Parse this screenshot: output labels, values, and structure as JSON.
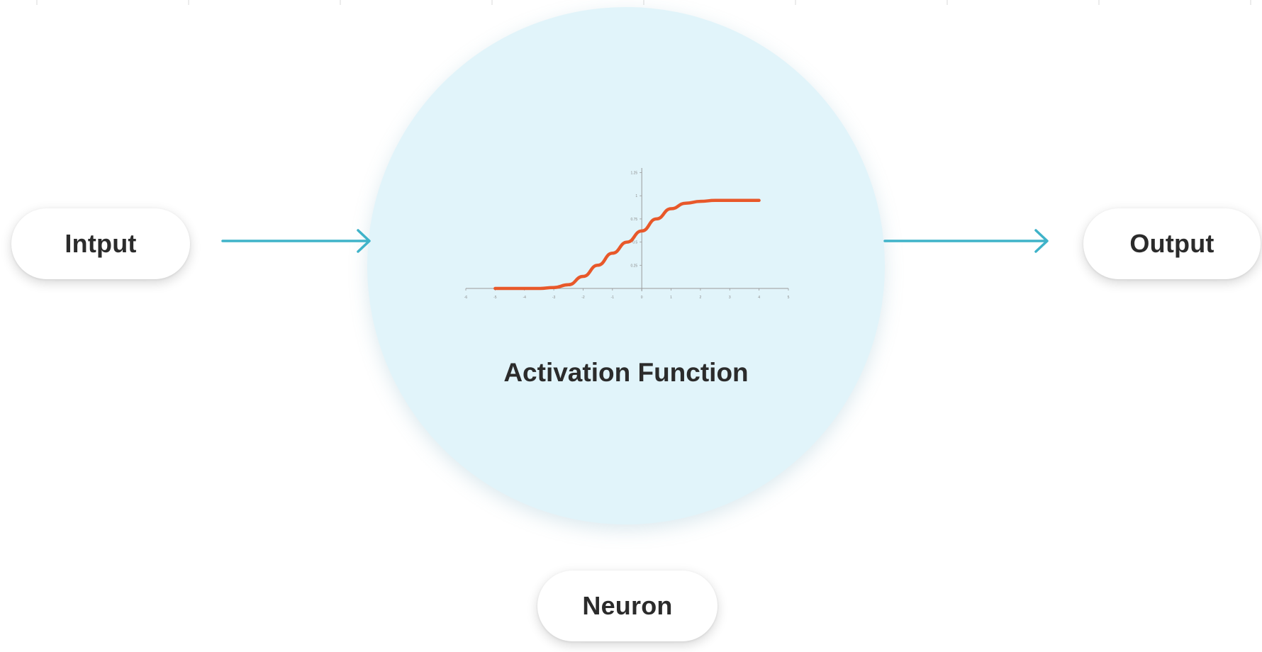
{
  "diagram": {
    "input_label": "Intput",
    "output_label": "Output",
    "neuron_label": "Neuron",
    "activation_label": "Activation Function"
  },
  "colors": {
    "arrow": "#3fb3c9",
    "curve": "#e8582a",
    "circle_fill": "#e1f4fa",
    "axis": "#9a9a9a"
  },
  "icons": {
    "arrow_in": "arrow-right-icon",
    "arrow_out": "arrow-right-icon"
  },
  "chart_data": {
    "type": "line",
    "title": "",
    "xlabel": "",
    "ylabel": "",
    "xlim": [
      -6,
      5
    ],
    "ylim": [
      0,
      1.3
    ],
    "x_ticks": [
      -6,
      -5,
      -4,
      -3,
      -2,
      -1,
      0,
      1,
      2,
      3,
      4,
      5
    ],
    "y_ticks": [
      0.25,
      0.5,
      0.75,
      1.0,
      1.25
    ],
    "series": [
      {
        "x": [
          -5,
          -4.5,
          -4,
          -3.5,
          -3,
          -2.5,
          -2,
          -1.5,
          -1,
          -0.5,
          0,
          0.5,
          1,
          1.5,
          2,
          2.5,
          3,
          3.5,
          4
        ],
        "y": [
          0,
          0,
          0,
          0,
          0.01,
          0.04,
          0.13,
          0.25,
          0.38,
          0.5,
          0.62,
          0.75,
          0.86,
          0.92,
          0.94,
          0.95,
          0.95,
          0.95,
          0.95
        ]
      }
    ]
  }
}
